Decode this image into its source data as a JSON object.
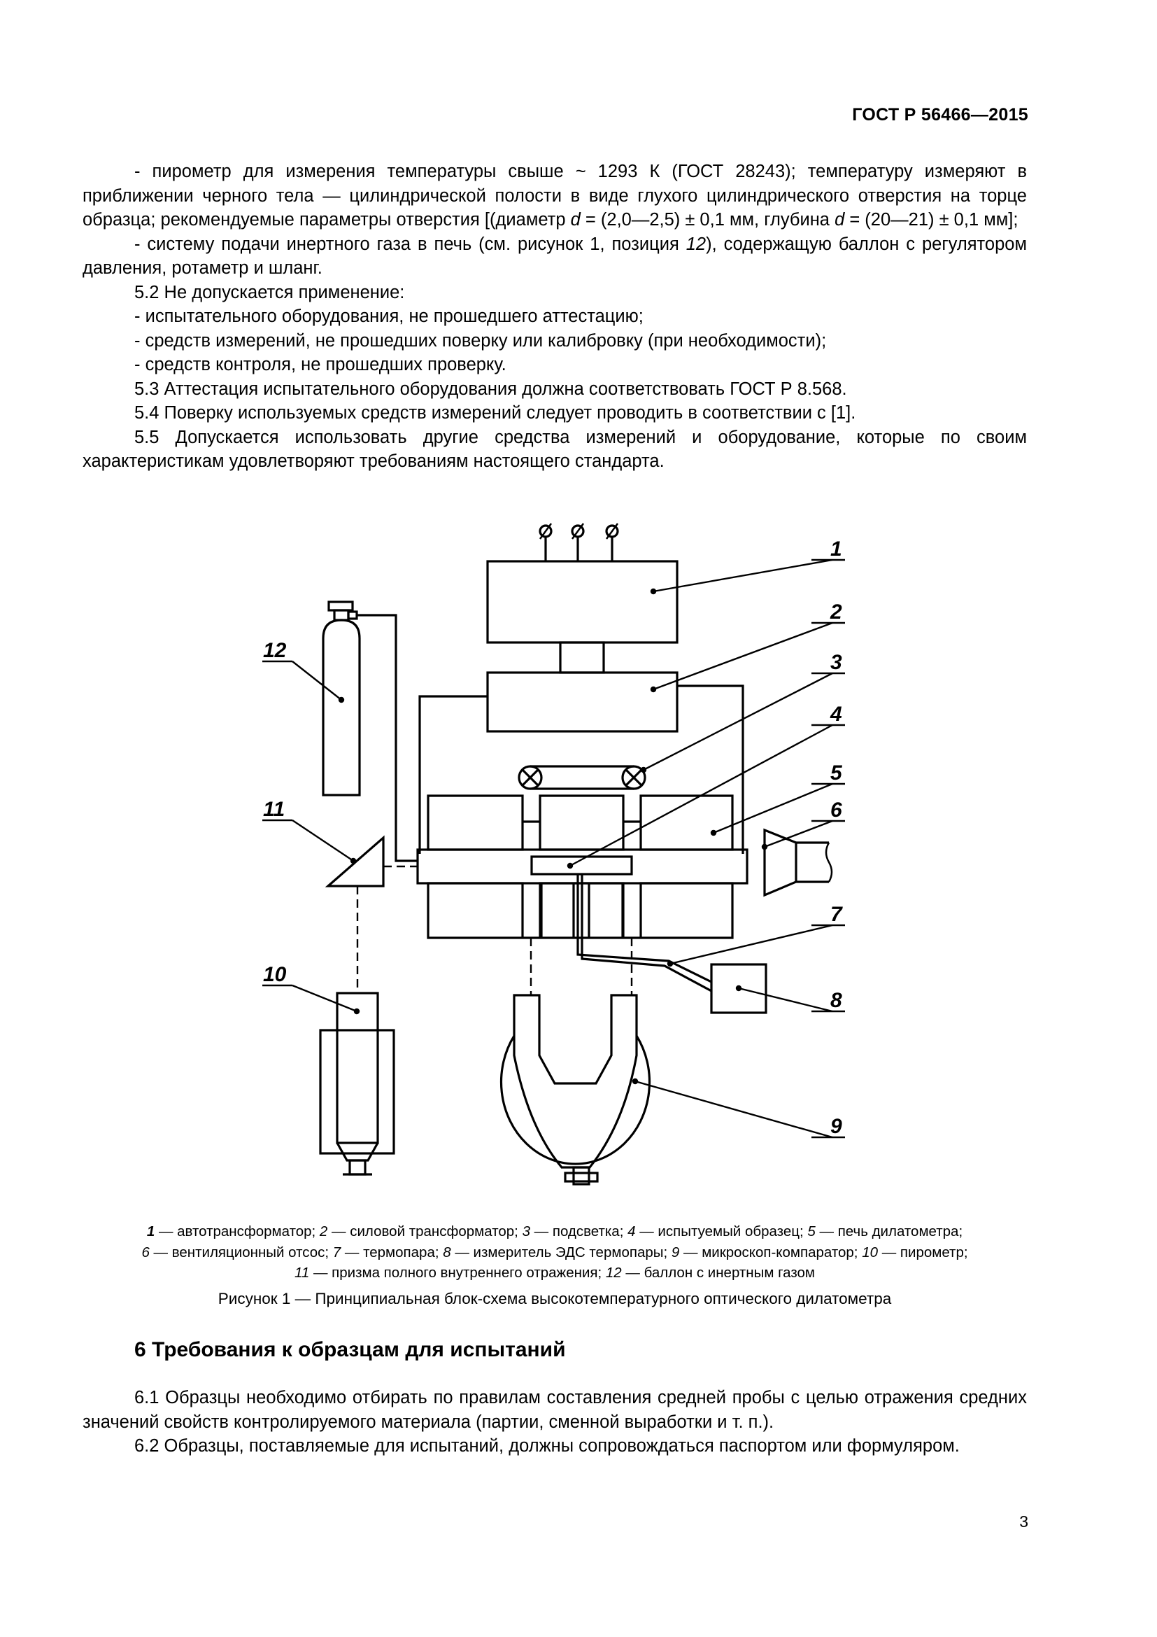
{
  "header": {
    "doc_code": "ГОСТ Р 56466—2015"
  },
  "section5": {
    "para1_a": "- пирометр для измерения температуры свыше ~ 1293 К (ГОСТ 28243); температуру измеряют в приближении черного тела — цилиндрической полости в виде глухого цилиндрического отверстия на торце образца; рекомендуемые параметры отверстия [(диаметр ",
    "para1_d1": "d",
    "para1_b": " = (2,0—2,5) ± 0,1 мм, глубина ",
    "para1_d2": "d",
    "para1_c": " = (20—21) ± 0,1 мм];",
    "para2_a": "- систему подачи инертного газа в печь (см. рисунок 1, позиция ",
    "para2_pos": "12",
    "para2_b": "), содержащую баллон с регулятором давления, ротаметр и шланг.",
    "p52": "5.2 Не допускается применение:",
    "p52_item1": "- испытательного оборудования, не прошедшего аттестацию;",
    "p52_item2": "- средств измерений, не прошедших поверку или калибровку (при необходимости);",
    "p52_item3": "- средств контроля, не прошедших проверку.",
    "p53": "5.3 Аттестация испытательного оборудования должна соответствовать ГОСТ Р 8.568.",
    "p54": "5.4 Поверку используемых средств измерений следует проводить в соответствии с [1].",
    "p55": "5.5 Допускается использовать другие средства измерений и оборудование, которые по своим характеристикам удовлетворяют требованиям настоящего стандарта."
  },
  "figure": {
    "callouts": [
      "1",
      "2",
      "3",
      "4",
      "5",
      "6",
      "7",
      "8",
      "9",
      "10",
      "11",
      "12"
    ],
    "legend": [
      {
        "num": "1",
        "text": " — автотрансформатор; "
      },
      {
        "num": "2",
        "text": " — силовой трансформатор; "
      },
      {
        "num": "3",
        "text": " — подсветка; "
      },
      {
        "num": "4",
        "text": " — испытуемый образец; "
      },
      {
        "num": "5",
        "text": " — печь дилатометра;"
      },
      {
        "num": "6",
        "text": " — вентиляционный отсос; "
      },
      {
        "num": "7",
        "text": " — термопара; "
      },
      {
        "num": "8",
        "text": " — измеритель ЭДС термопары; "
      },
      {
        "num": "9",
        "text": " — микроскоп-компаратор; "
      },
      {
        "num": "10",
        "text": " — пирометр;"
      },
      {
        "num": "11",
        "text": " — призма полного внутреннего отражения; "
      },
      {
        "num": "12",
        "text": " — баллон с инертным газом"
      }
    ],
    "caption": "Рисунок 1 — Принципиальная блок-схема высокотемпературного оптического дилатометра"
  },
  "section6": {
    "title": "6 Требования к образцам для испытаний",
    "p61": "6.1 Образцы необходимо отбирать по правилам составления средней пробы с целью отражения средних значений свойств контролируемого материала (партии, сменной выработки и т. п.).",
    "p62": "6.2 Образцы, поставляемые для испытаний, должны сопровождаться паспортом или формуляром."
  },
  "footer": {
    "page_number": "3"
  }
}
